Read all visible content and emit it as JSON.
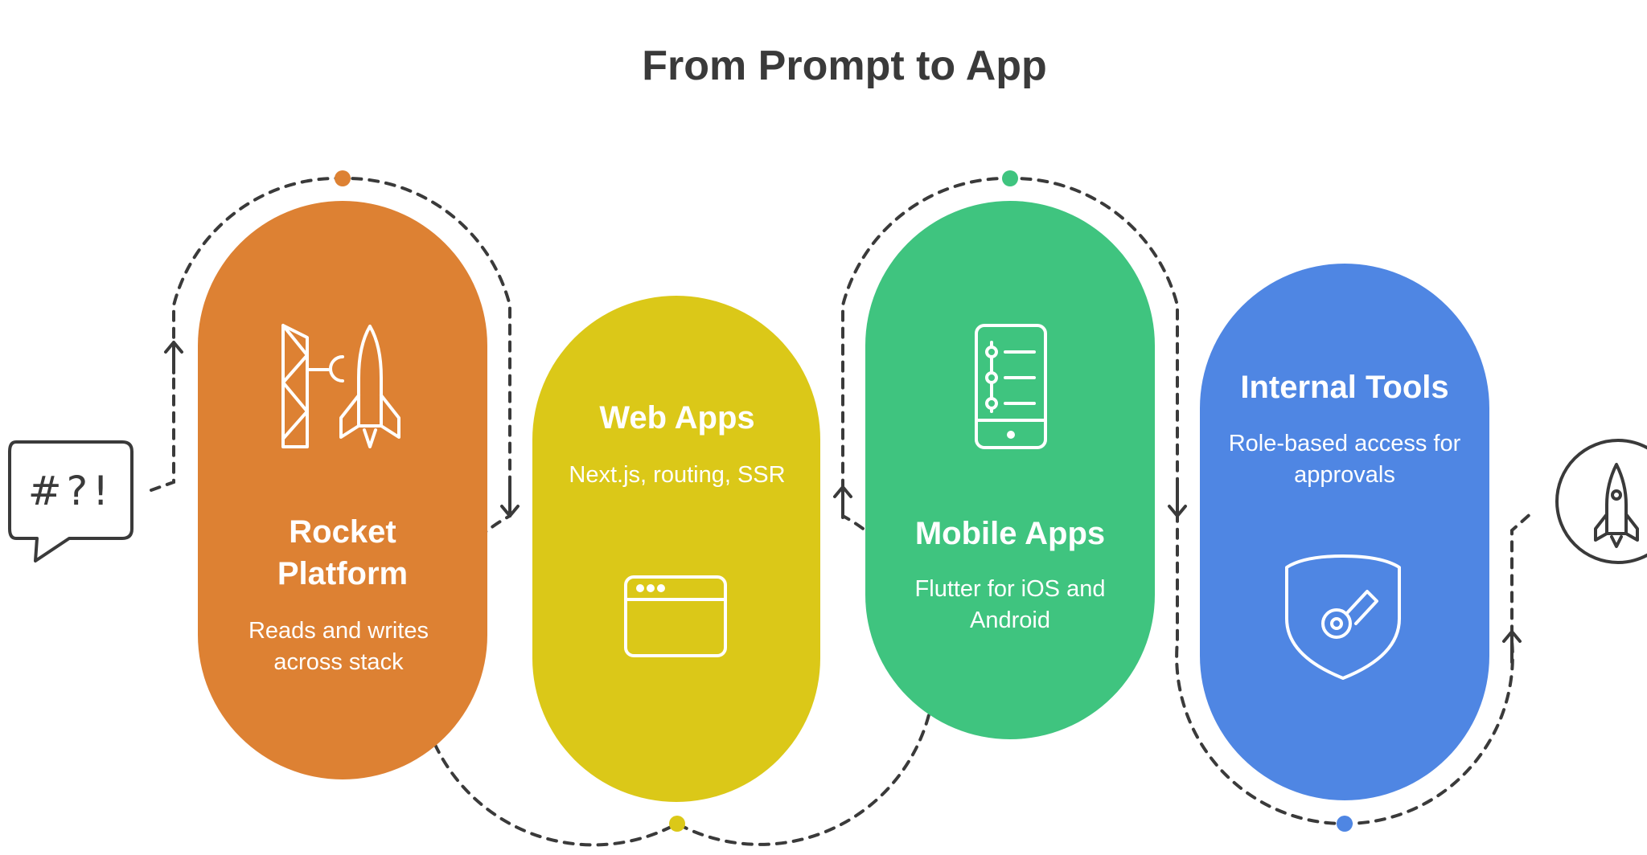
{
  "title": "From Prompt to App",
  "colors": {
    "orange": "#DD8133",
    "yellow": "#DBC818",
    "green": "#3FC47F",
    "blue": "#4F86E3",
    "dash": "#3a3a3a",
    "icon_stroke": "#3a3a3a"
  },
  "start_icon": {
    "name": "speech-bubble-icon",
    "text": "#?!"
  },
  "end_icon": {
    "name": "rocket-circle-icon"
  },
  "steps": [
    {
      "title": "Rocket Platform",
      "description": "Reads and writes across stack",
      "icon": "launch-tower-rocket-icon",
      "color": "#DD8133"
    },
    {
      "title": "Web Apps",
      "description": "Next.js, routing, SSR",
      "icon": "browser-window-icon",
      "color": "#DBC818"
    },
    {
      "title": "Mobile Apps",
      "description": "Flutter for iOS and Android",
      "icon": "mobile-phone-icon",
      "color": "#3FC47F"
    },
    {
      "title": "Internal Tools",
      "description": "Role-based access for approvals",
      "icon": "shield-key-icon",
      "color": "#4F86E3"
    }
  ]
}
